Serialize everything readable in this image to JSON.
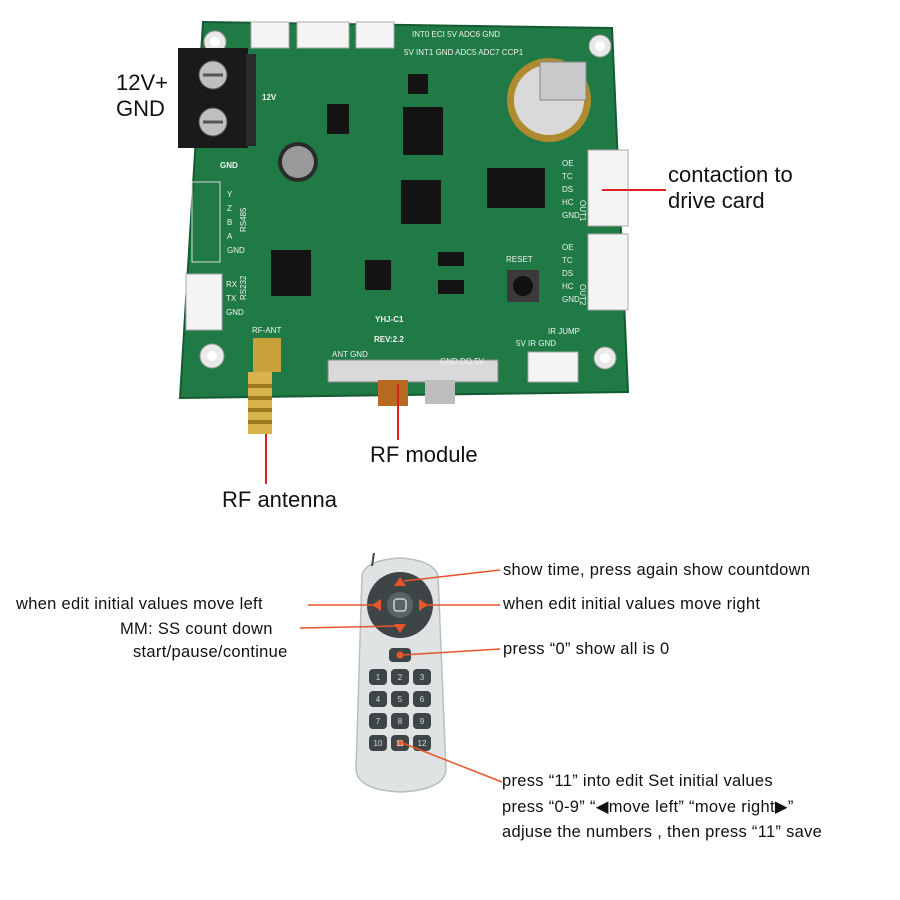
{
  "board": {
    "power_label_1": "12V+",
    "power_label_2": "GND",
    "drive_label_1": "contaction to",
    "drive_label_2": "drive card",
    "rf_module_label": "RF module",
    "antenna_label": "RF antenna",
    "silk": {
      "model": "YHJ-C1",
      "rev": "REV:2.2",
      "gnd": "GND",
      "v12": "12V",
      "reset": "RESET",
      "rf_ant": "RF-ANT",
      "header_top": "INT0 ECI  5V  ADC6  GND",
      "header_bot": "5V  INT1 GND ADC5 ADC7 CCP1",
      "rf_hdr_left": "ANT GND",
      "rf_hdr_right": "GND DO 5V",
      "ir_jump": "IR JUMP",
      "ir_hdr": "5V IR GND",
      "out1": "OUT1",
      "out2": "OUT2",
      "rs485": "RS485",
      "rs232": "RS232",
      "pins_out": [
        "OE",
        "TC",
        "DS",
        "HC",
        "GND"
      ],
      "pins_rs485": [
        "Y",
        "Z",
        "B",
        "A",
        "GND"
      ],
      "pins_rs232": [
        "RX",
        "TX",
        "GND"
      ]
    }
  },
  "remote": {
    "keys": [
      "1",
      "2",
      "3",
      "4",
      "5",
      "6",
      "7",
      "8",
      "9",
      "10",
      "11",
      "12"
    ],
    "annotations": {
      "up": "show  time,  press again show countdown",
      "left": "when  edit  initial  values  move  left",
      "right": "when  edit  initial values  move  right",
      "down_1": "MM: SS  count  down",
      "down_2": "start/pause/continue",
      "zero": "press  “0”  show  all  is 0",
      "eleven_1": "press  “11”  into edit Set initial values",
      "eleven_2": "press  “0-9”   “◀move left”   “move right▶”",
      "eleven_3": "adjuse the numbers , then press  “11”  save"
    }
  },
  "colors": {
    "pcb": "#1f7a45",
    "arrow": "#e8552a",
    "remote_body": "#dfe3e3",
    "key": "#3e4547",
    "dpad": "#e8552a",
    "leader_board": "#e02020"
  }
}
